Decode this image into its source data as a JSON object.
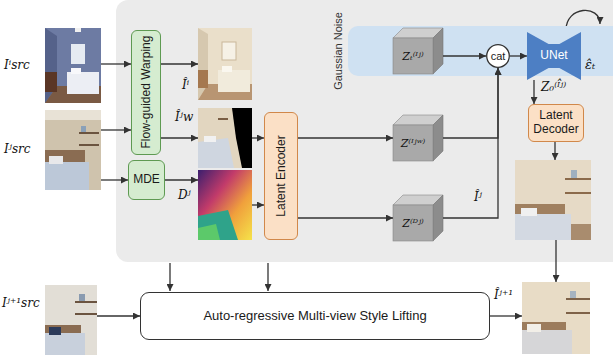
{
  "diagram": {
    "nodes": [
      {
        "text": [
          "Iⁱsrc"
        ]
      },
      {
        "text": [
          "Iʲsrc"
        ]
      },
      {
        "text": [
          "Flow-guided Warping"
        ]
      },
      {
        "text": [
          "MDE"
        ]
      },
      {
        "text": [
          "Îⁱ"
        ]
      },
      {
        "text": [
          "Îʲw"
        ]
      },
      {
        "text": [
          "Dʲ"
        ]
      },
      {
        "text": [
          "Latent Encoder"
        ]
      },
      {
        "text": [
          "Gaussian Noise"
        ]
      },
      {
        "text": [
          "Zₜ⁽ᴵʲ⁾"
        ],
        "in": 8
      },
      {
        "text": [
          "cat"
        ],
        "in": 8
      },
      {
        "text": [
          "UNet"
        ],
        "in": 8
      },
      {
        "text": [
          "Z⁽ᴵʲʷ⁾"
        ]
      },
      {
        "text": [
          "Z⁽ᴰʲ⁾"
        ]
      },
      {
        "text": [
          "Latent Decoder"
        ]
      },
      {
        "text": [
          "Îʲ"
        ]
      },
      {
        "text": [
          "Iʲ⁺¹src"
        ]
      },
      {
        "text": [
          "Auto-regressive Multi-view Style Lifting"
        ]
      },
      {
        "text": [
          "Îʲ⁺¹"
        ]
      }
    ],
    "edges": [
      {
        "from": 0,
        "to": 2,
        "arrow": "to"
      },
      {
        "from": 1,
        "to": 2,
        "arrow": "to"
      },
      {
        "from": 1,
        "to": 3,
        "arrow": "to"
      },
      {
        "from": 2,
        "to": 4,
        "arrow": "to"
      },
      {
        "from": 2,
        "to": 5,
        "arrow": "to"
      },
      {
        "from": 3,
        "to": 6,
        "arrow": "to"
      },
      {
        "from": 5,
        "to": 7,
        "arrow": "to"
      },
      {
        "from": 6,
        "to": 7,
        "arrow": "to"
      },
      {
        "from": 7,
        "to": 12,
        "arrow": "to"
      },
      {
        "from": 7,
        "to": 13,
        "arrow": "to"
      },
      {
        "from": 9,
        "to": 10,
        "arrow": "to"
      },
      {
        "from": 12,
        "to": 10,
        "arrow": "to"
      },
      {
        "from": 13,
        "to": 10,
        "arrow": "to"
      },
      {
        "from": 10,
        "to": 11,
        "arrow": "to"
      },
      {
        "from": 11,
        "to": 14,
        "label": "Z₀⁽ᴵ̂ʲ⁾",
        "arrow": "to"
      },
      {
        "from": 14,
        "to": 15,
        "arrow": "to"
      },
      {
        "from": 15,
        "to": 18,
        "arrow": "to"
      },
      {
        "from": 16,
        "to": 17,
        "arrow": "to"
      },
      {
        "from": 17,
        "to": 18,
        "arrow": "to"
      }
    ],
    "labels": [
      "ε̂ₜ"
    ]
  }
}
